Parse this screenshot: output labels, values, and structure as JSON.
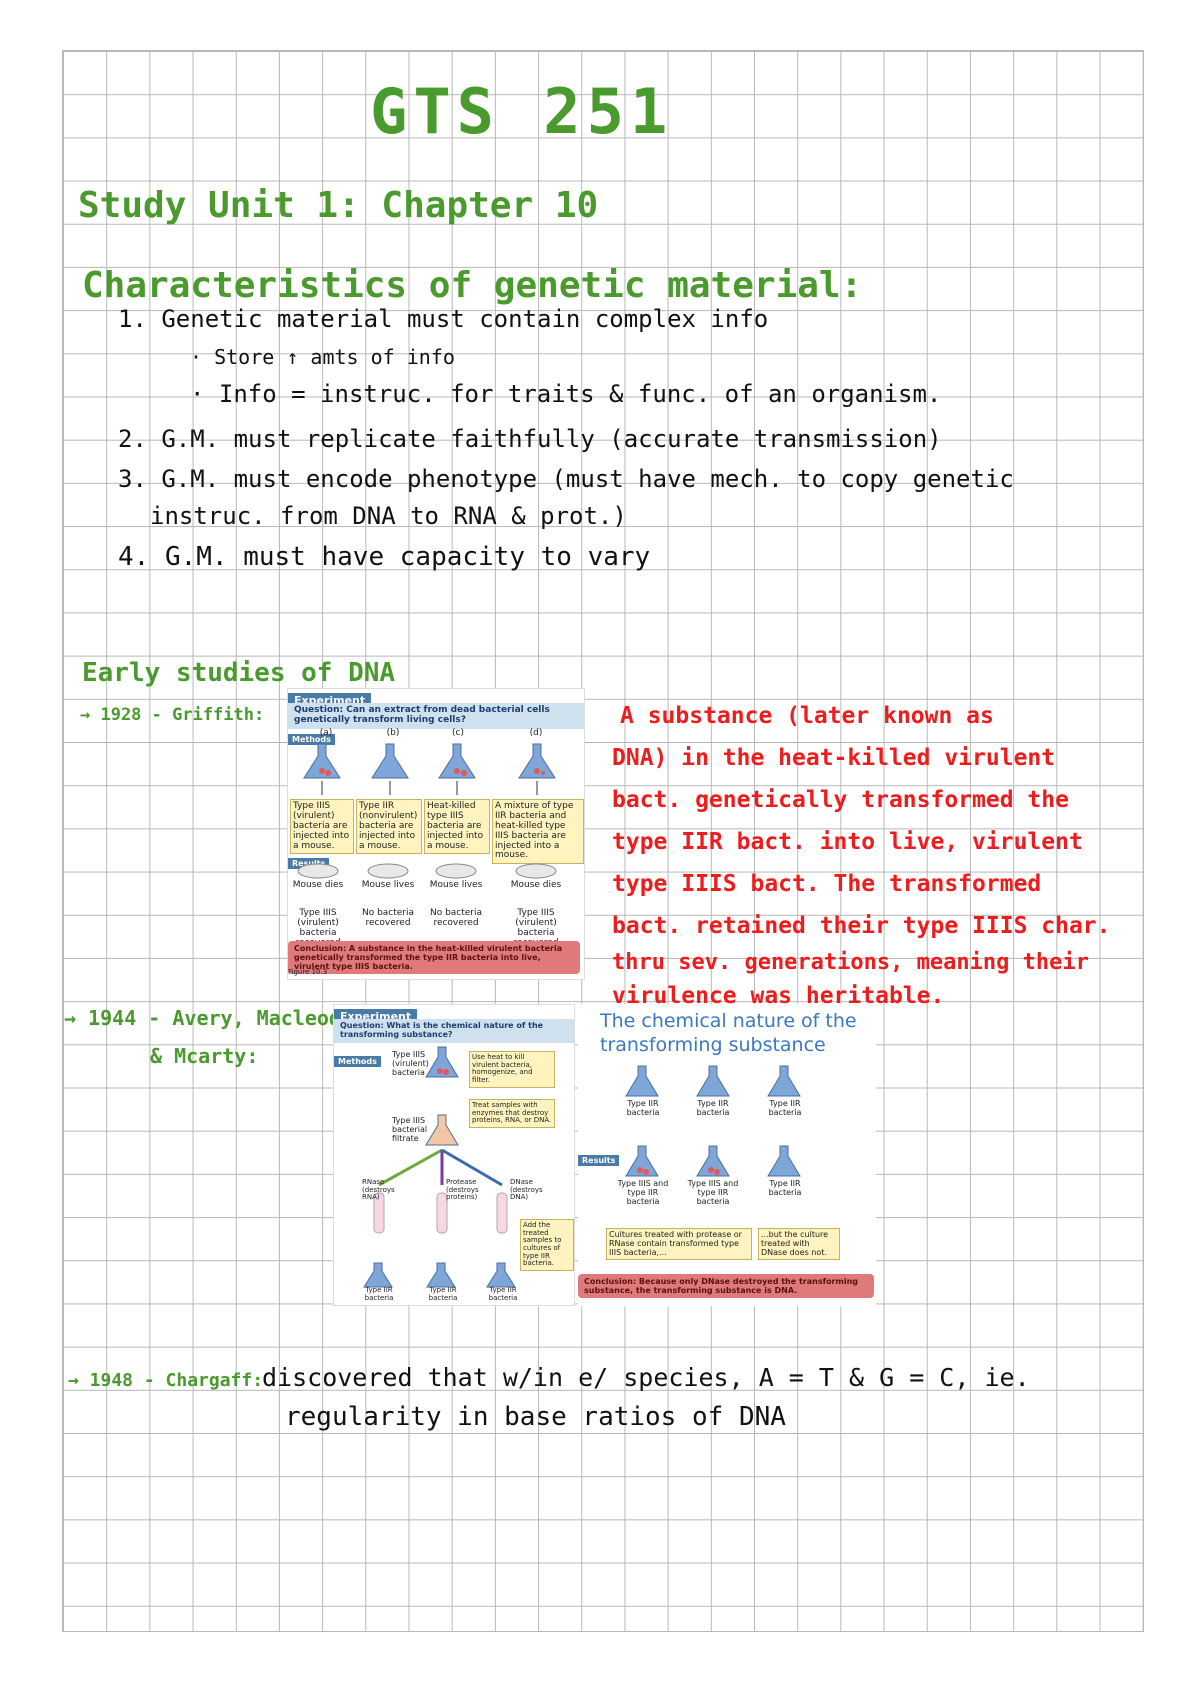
{
  "title": "GTS 251",
  "unit_heading": "Study Unit 1: Chapter 10",
  "char_heading": "Characteristics of genetic material:",
  "char_items": [
    "1. Genetic material must contain complex info",
    "· Store ↑ amts of info",
    "· Info = instruc. for traits & func. of an organism.",
    "2. G.M. must replicate faithfully (accurate transmission)",
    "3. G.M. must encode phenotype (must have mech. to copy genetic",
    "instruc. from DNA to RNA & prot.)",
    "4. G.M. must have capacity to vary"
  ],
  "early_heading": "Early studies of DNA",
  "griffith": {
    "label": "→ 1928 - Griffith:",
    "figure": {
      "experiment": "Experiment",
      "question": "Question: Can an extract from dead bacterial cells genetically transform living cells?",
      "methods": "Methods",
      "cols": [
        "(a)",
        "(b)",
        "(c)",
        "(d)"
      ],
      "boxes": [
        "Type IIIS (virulent) bacteria are injected into a mouse.",
        "Type IIR (nonvirulent) bacteria are injected into a mouse.",
        "Heat-killed type IIIS bacteria are injected into a mouse.",
        "A mixture of type IIR bacteria and heat-killed type IIIS bacteria are injected into a mouse."
      ],
      "results": "Results",
      "mouse": [
        "Mouse dies",
        "Mouse lives",
        "Mouse lives",
        "Mouse dies"
      ],
      "recovered": [
        "Type IIIS (virulent) bacteria recovered",
        "No bacteria recovered",
        "No bacteria recovered",
        "Type IIIS (virulent) bacteria recovered"
      ],
      "conclusion": "Conclusion: A substance in the heat-killed virulent bacteria genetically transformed the type IIR bacteria into live, virulent type IIIS bacteria.",
      "fig_no": "Figure 10.3"
    },
    "note": [
      "A substance (later known as",
      "DNA) in the heat-killed virulent",
      "bact. genetically transformed the",
      "type IIR bact. into live, virulent",
      "type IIIS bact. The transformed",
      "bact. retained their type IIIS char.",
      "thru sev. generations, meaning their",
      "virulence was heritable."
    ]
  },
  "avery": {
    "label1": "→ 1944 - Avery, Macleod",
    "label2": "& Mcarty:",
    "figure": {
      "experiment": "Experiment",
      "question": "Question: What is the chemical nature of the transforming substance?",
      "methods": "Methods",
      "top_flask": "Type IIIS (virulent) bacteria",
      "step1": "Use heat to kill virulent bacteria, homogenize, and filter.",
      "filtrate": "Type IIIS bacterial filtrate",
      "step2": "Treat samples with enzymes that destroy proteins, RNA, or DNA.",
      "enzymes": [
        "RNase (destroys RNA)",
        "Protease (destroys proteins)",
        "DNase (destroys DNA)"
      ],
      "step3": "Add the treated samples to cultures of type IIR bacteria.",
      "bottom": [
        "Type IIR bacteria",
        "Type IIR bacteria",
        "Type IIR bacteria"
      ],
      "right_title": "The chemical nature of the transforming substance",
      "right_top": [
        "Type IIR bacteria",
        "Type IIR bacteria",
        "Type IIR bacteria"
      ],
      "results": "Results",
      "right_res": [
        "Type IIIS and type IIR bacteria",
        "Type IIIS and type IIR bacteria",
        "Type IIR bacteria"
      ],
      "step4": "Cultures treated with protease or RNase contain transformed type IIIS bacteria,...",
      "step5": "...but the culture treated with DNase does not.",
      "conclusion": "Conclusion: Because only DNase destroyed the transforming substance, the transforming substance is DNA."
    }
  },
  "chargaff": {
    "label": "→ 1948 - Chargaff:",
    "line1": "discovered that w/in e/ species, A = T & G = C, ie.",
    "line2": "regularity in base ratios of DNA"
  },
  "colors": {
    "green": "#4a9a2e",
    "red": "#ee1c1c",
    "ink": "#111111",
    "grid": "#b8b8b8"
  }
}
